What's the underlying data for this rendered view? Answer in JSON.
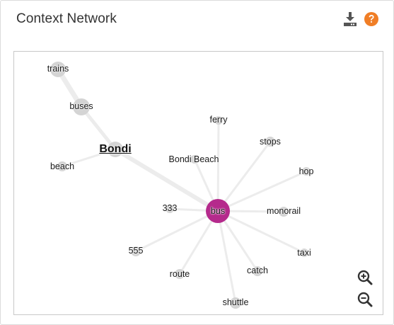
{
  "panel": {
    "title": "Context Network",
    "accent_color": "#f07e26",
    "icons": {
      "download": "download-icon",
      "help": "help-icon",
      "zoom_in": "zoom-in-icon",
      "zoom_out": "zoom-out-icon"
    }
  },
  "network": {
    "center_color": "#b52a8c",
    "node_color": "#d4d4d4",
    "edge_color": "#ececec",
    "nodes": [
      {
        "id": "trains",
        "label": "trains"
      },
      {
        "id": "buses",
        "label": "buses"
      },
      {
        "id": "bondi",
        "label": "Bondi"
      },
      {
        "id": "beach",
        "label": "beach"
      },
      {
        "id": "ferry",
        "label": "ferry"
      },
      {
        "id": "stops",
        "label": "stops"
      },
      {
        "id": "bondi-beach",
        "label": "Bondi Beach"
      },
      {
        "id": "hop",
        "label": "hop"
      },
      {
        "id": "333",
        "label": "333"
      },
      {
        "id": "bus",
        "label": "bus"
      },
      {
        "id": "monorail",
        "label": "monorail"
      },
      {
        "id": "555",
        "label": "555"
      },
      {
        "id": "taxi",
        "label": "taxi"
      },
      {
        "id": "route",
        "label": "route"
      },
      {
        "id": "catch",
        "label": "catch"
      },
      {
        "id": "shuttle",
        "label": "shuttle"
      }
    ],
    "edges": [
      [
        "trains",
        "buses"
      ],
      [
        "buses",
        "bondi"
      ],
      [
        "bondi",
        "beach"
      ],
      [
        "bondi",
        "bus"
      ],
      [
        "bus",
        "ferry"
      ],
      [
        "bus",
        "stops"
      ],
      [
        "bus",
        "bondi-beach"
      ],
      [
        "bus",
        "hop"
      ],
      [
        "bus",
        "333"
      ],
      [
        "bus",
        "monorail"
      ],
      [
        "bus",
        "555"
      ],
      [
        "bus",
        "taxi"
      ],
      [
        "bus",
        "route"
      ],
      [
        "bus",
        "catch"
      ],
      [
        "bus",
        "shuttle"
      ]
    ]
  }
}
